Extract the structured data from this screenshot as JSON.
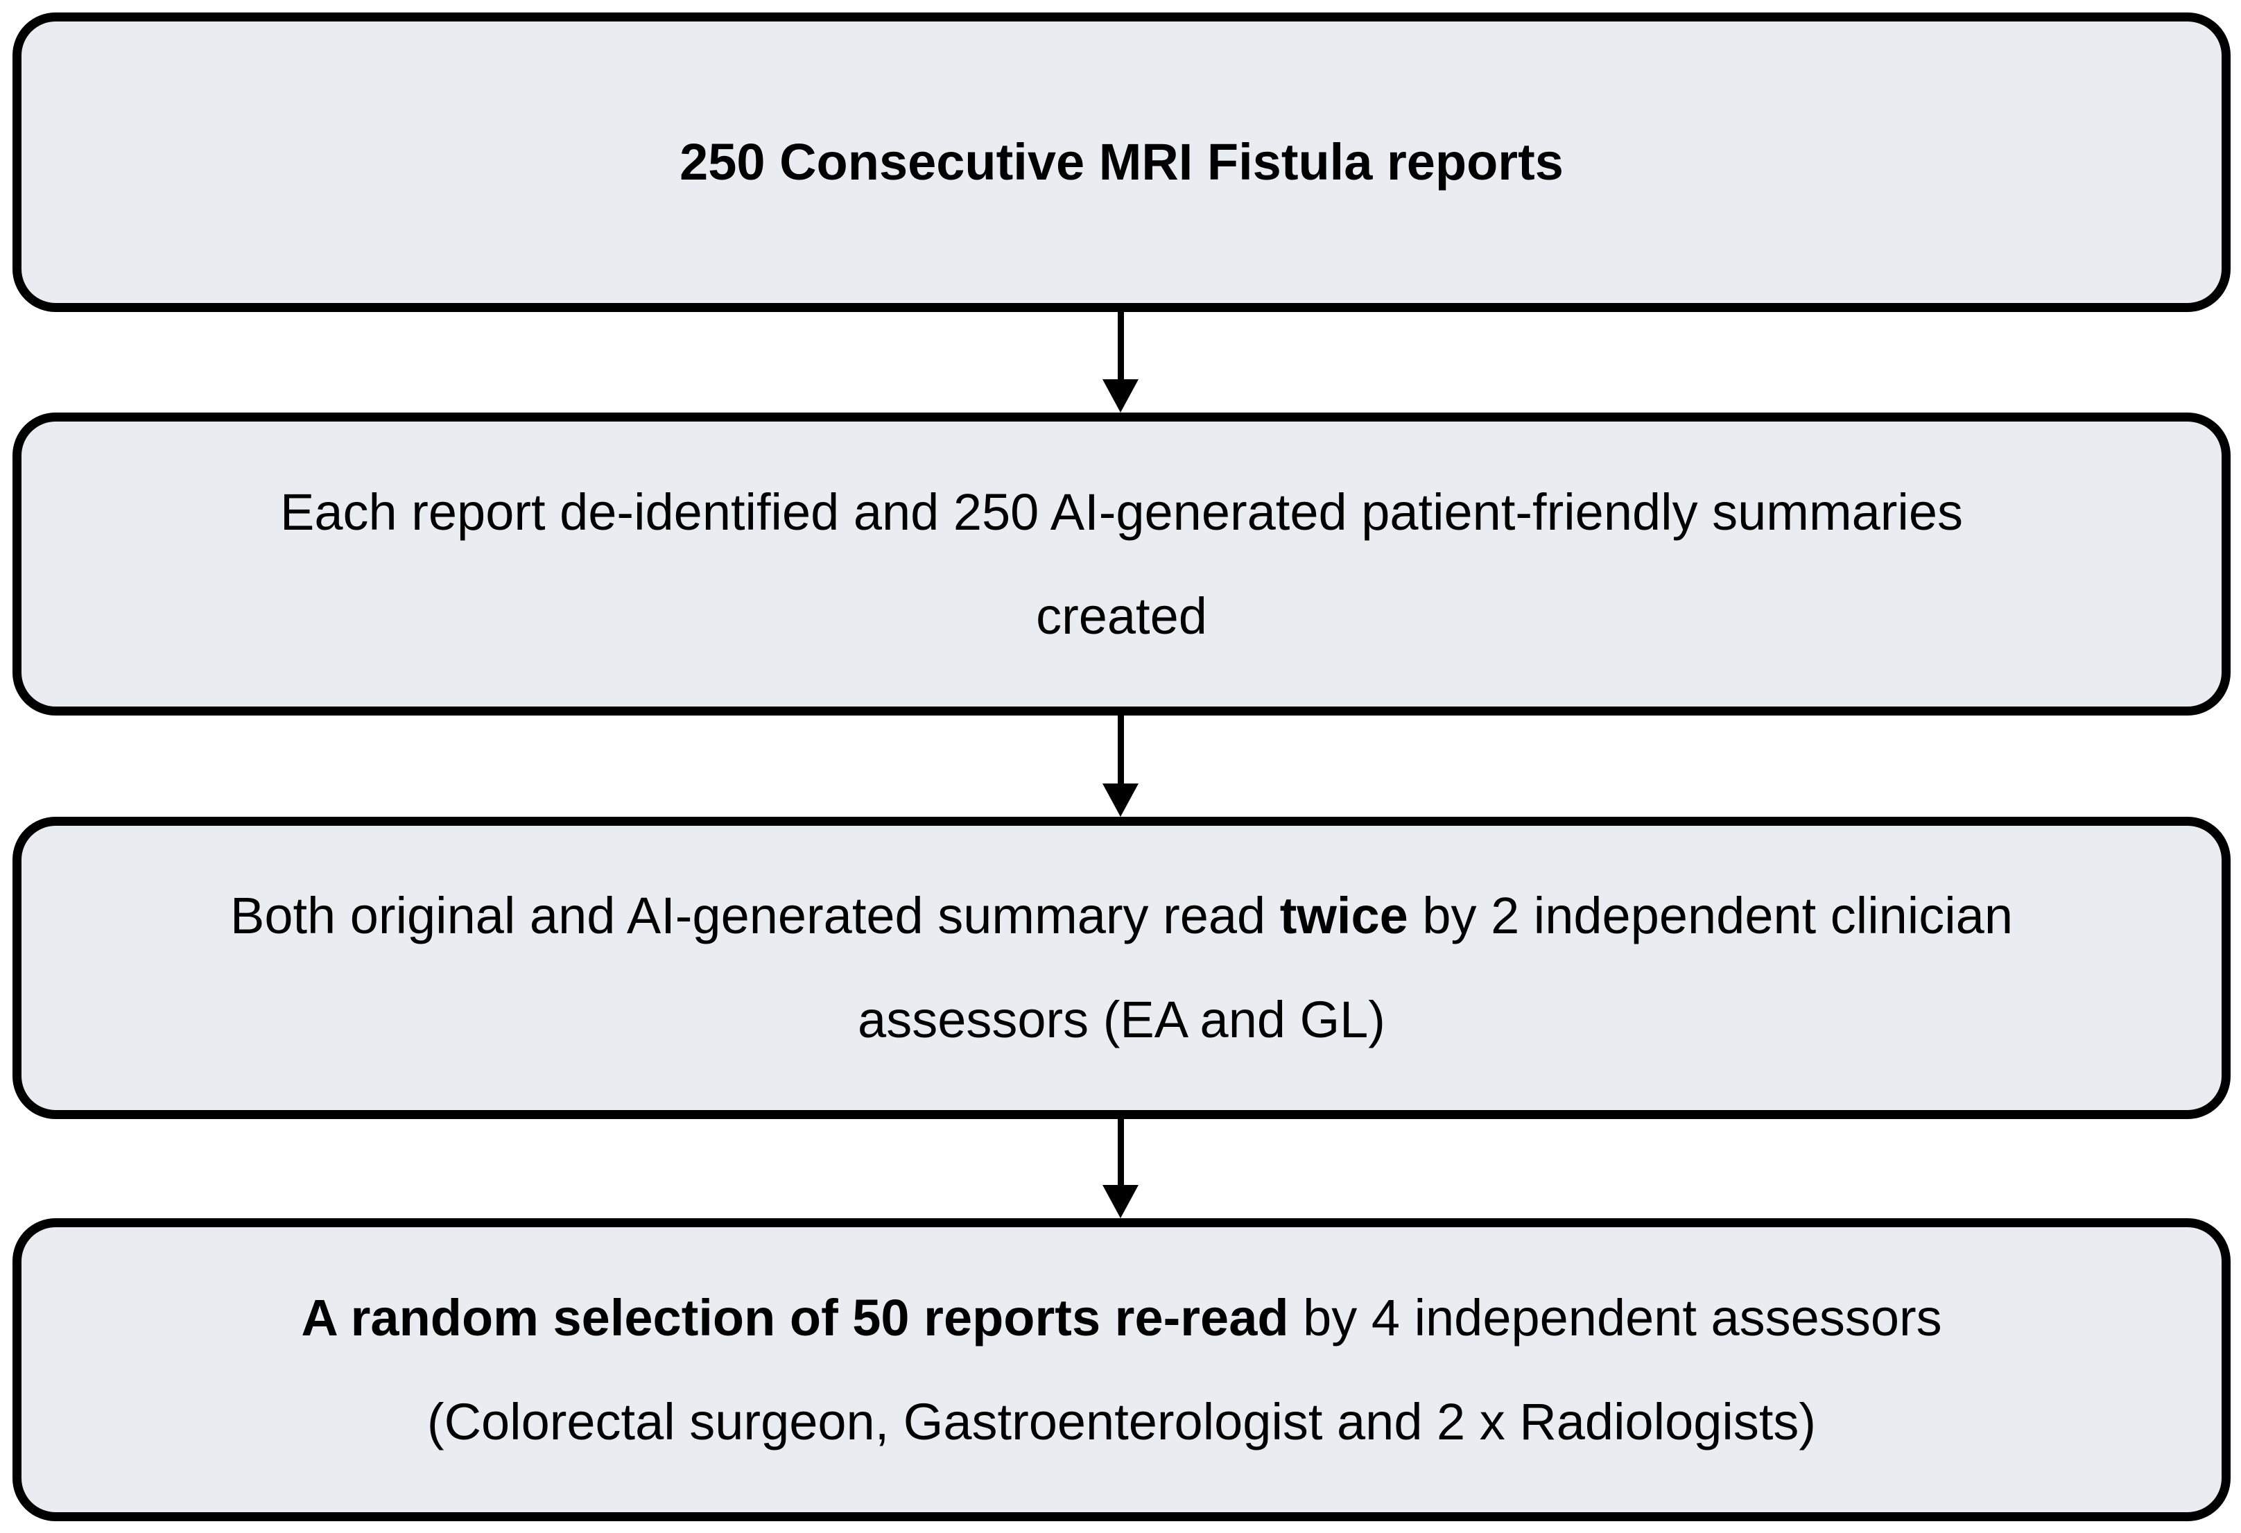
{
  "figure": {
    "type": "flowchart",
    "direction": "top-down",
    "colors": {
      "background": "#ffffff",
      "box_fill": "#e9ecf1",
      "box_border": "#000000",
      "text": "#000000",
      "arrow": "#000000"
    },
    "boxes": [
      {
        "name": "flow-box-1",
        "lines": [
          [
            {
              "text": "250 Consecutive MRI Fistula reports",
              "bold": true
            }
          ]
        ]
      },
      {
        "name": "flow-box-2",
        "lines": [
          [
            {
              "text": "Each report de-identified and 250 AI-generated patient-friendly summaries",
              "bold": false
            }
          ],
          [
            {
              "text": "created",
              "bold": false
            }
          ]
        ]
      },
      {
        "name": "flow-box-3",
        "lines": [
          [
            {
              "text": "Both original and AI-generated summary read ",
              "bold": false
            },
            {
              "text": "twice",
              "bold": true
            },
            {
              "text": " by 2 independent clinician",
              "bold": false
            }
          ],
          [
            {
              "text": "assessors (EA and GL)",
              "bold": false
            }
          ]
        ]
      },
      {
        "name": "flow-box-4",
        "lines": [
          [
            {
              "text": "A random selection of 50 reports re-read",
              "bold": true
            },
            {
              "text": " by 4 independent assessors",
              "bold": false
            }
          ],
          [
            {
              "text": "(Colorectal surgeon, Gastroenterologist and 2 x Radiologists)",
              "bold": false
            }
          ]
        ]
      }
    ],
    "arrows": [
      {
        "name": "down-arrow-1",
        "direction": "down"
      },
      {
        "name": "down-arrow-2",
        "direction": "down"
      },
      {
        "name": "down-arrow-3",
        "direction": "down"
      }
    ]
  }
}
